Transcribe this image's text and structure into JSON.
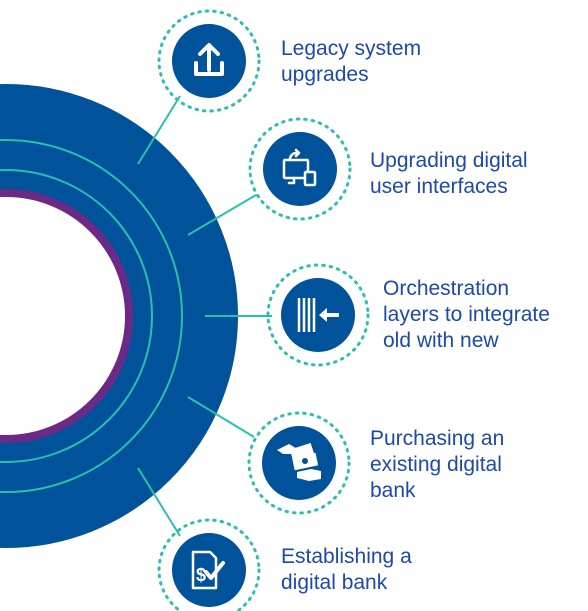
{
  "colors": {
    "ring": "#00529b",
    "ring_lines": "#2bbfae",
    "inner_ring": "#6a2a86",
    "badge": "#00529b",
    "dotted": "#2bbfae",
    "text": "#1e49a8"
  },
  "items": [
    {
      "icon": "upload-icon",
      "lines": [
        "Legacy system",
        "upgrades"
      ]
    },
    {
      "icon": "computer-upgrade-icon",
      "lines": [
        "Upgrading digital",
        "user interfaces"
      ]
    },
    {
      "icon": "orchestration-arrow-icon",
      "lines": [
        "Orchestration",
        "layers to integrate",
        "old with new"
      ]
    },
    {
      "icon": "money-exchange-icon",
      "lines": [
        "Purchasing an",
        "existing digital",
        "bank"
      ]
    },
    {
      "icon": "dollar-check-document-icon",
      "lines": [
        "Establishing a",
        "digital bank"
      ]
    }
  ]
}
